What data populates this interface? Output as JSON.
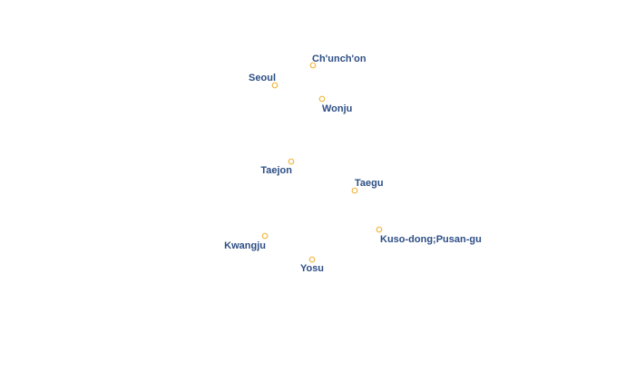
{
  "map": {
    "marker_fill": "#ffffff",
    "marker_stroke": "#f2b845",
    "label_color": "#2d4e85",
    "cities": [
      {
        "id": "chunchon",
        "name": "Ch'unch'on"
      },
      {
        "id": "seoul",
        "name": "Seoul"
      },
      {
        "id": "wonju",
        "name": "Wonju"
      },
      {
        "id": "taejon",
        "name": "Taejon"
      },
      {
        "id": "taegu",
        "name": "Taegu"
      },
      {
        "id": "pusan",
        "name": "Kuso-dong;Pusan-gu"
      },
      {
        "id": "kwangju",
        "name": "Kwangju"
      },
      {
        "id": "yosu",
        "name": "Yosu"
      }
    ]
  }
}
